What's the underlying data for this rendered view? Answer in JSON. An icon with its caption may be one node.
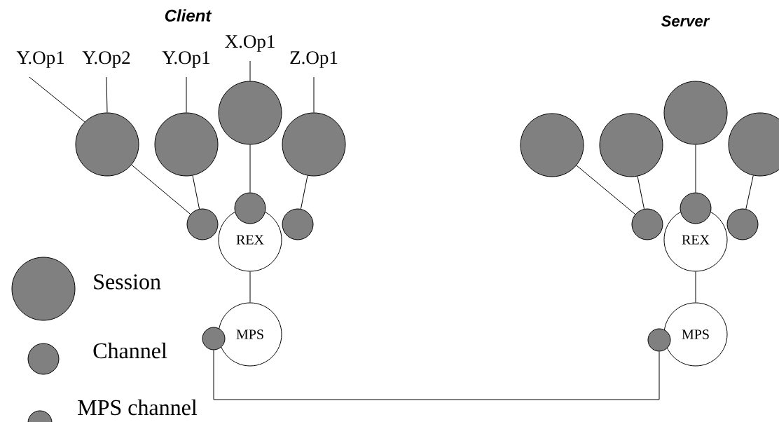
{
  "diagram": {
    "nodes": [
      {
        "text": [
          "Y.Op1"
        ]
      },
      {
        "text": [
          "Y.Op2"
        ]
      },
      {
        "text": [
          "Y.Op1"
        ]
      },
      {
        "text": [
          "X.Op1"
        ]
      },
      {
        "text": [
          "Z.Op1"
        ]
      },
      {
        "text": [],
        "shape": "circle"
      },
      {
        "text": [],
        "shape": "circle"
      },
      {
        "text": [],
        "shape": "circle"
      },
      {
        "text": [],
        "shape": "circle"
      },
      {
        "text": [],
        "shape": "circle"
      },
      {
        "text": [],
        "shape": "circle"
      },
      {
        "text": [],
        "shape": "circle"
      },
      {
        "text": [
          "REX"
        ]
      },
      {
        "text": [
          "MPS"
        ]
      },
      {
        "text": [],
        "shape": "circle"
      },
      {
        "text": [],
        "shape": "circle"
      },
      {
        "text": [],
        "shape": "circle"
      },
      {
        "text": [],
        "shape": "circle"
      },
      {
        "text": [],
        "shape": "circle"
      },
      {
        "text": [],
        "shape": "circle"
      },
      {
        "text": [],
        "shape": "circle"
      },
      {
        "text": [],
        "shape": "circle"
      },
      {
        "text": [
          "REX"
        ]
      },
      {
        "text": [
          "MPS"
        ]
      },
      {
        "text": [],
        "shape": "circle"
      }
    ],
    "edges": [
      {
        "from": 0,
        "to": 5,
        "arrow": "none"
      },
      {
        "from": 1,
        "to": 5,
        "arrow": "none"
      },
      {
        "from": 2,
        "to": 6,
        "arrow": "none"
      },
      {
        "from": 3,
        "to": 7,
        "arrow": "none"
      },
      {
        "from": 4,
        "to": 8,
        "arrow": "none"
      },
      {
        "from": 5,
        "to": 9,
        "arrow": "none"
      },
      {
        "from": 6,
        "to": 9,
        "arrow": "none"
      },
      {
        "from": 7,
        "to": 10,
        "arrow": "none"
      },
      {
        "from": 8,
        "to": 11,
        "arrow": "none"
      },
      {
        "from": 12,
        "to": 13,
        "arrow": "none"
      },
      {
        "from": 14,
        "to": 24,
        "arrow": "none"
      },
      {
        "from": 15,
        "to": 19,
        "arrow": "none"
      },
      {
        "from": 16,
        "to": 19,
        "arrow": "none"
      },
      {
        "from": 17,
        "to": 20,
        "arrow": "none"
      },
      {
        "from": 18,
        "to": 21,
        "arrow": "none"
      },
      {
        "from": 22,
        "to": 23,
        "arrow": "none"
      }
    ],
    "labels": [
      "Client",
      "Server"
    ],
    "legend": [
      {
        "text": "Session",
        "color": "#808080"
      },
      {
        "text": "Channel",
        "color": "#808080"
      },
      {
        "text": "MPS channel",
        "color": "#808080"
      }
    ]
  }
}
